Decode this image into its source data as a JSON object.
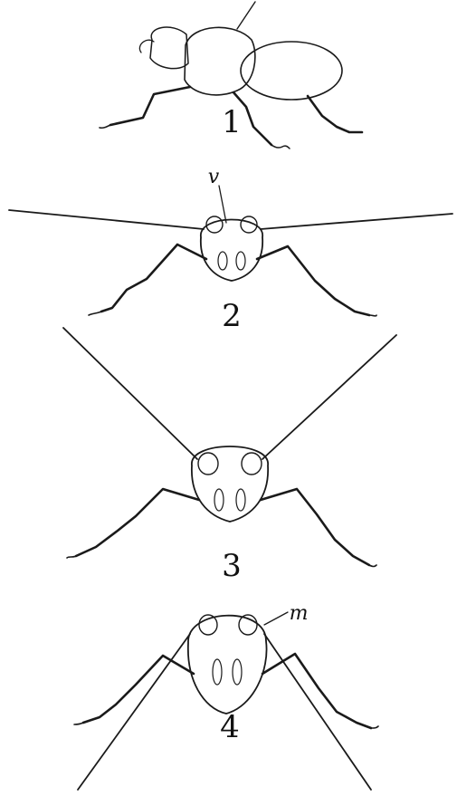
{
  "figures": [
    {
      "number": "1"
    },
    {
      "number": "2",
      "label": "v"
    },
    {
      "number": "3"
    },
    {
      "number": "4",
      "label": "m"
    }
  ]
}
